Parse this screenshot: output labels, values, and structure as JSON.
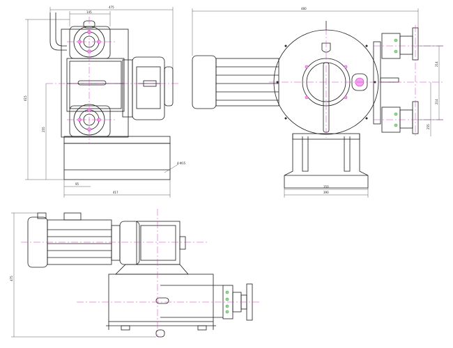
{
  "colors": {
    "outline": "#1a1a1a",
    "centerline": "#d633c8",
    "highlight": "#f2a6ee",
    "bolt": "#3aa63a",
    "dimension": "#333333"
  },
  "dimensions": {
    "front_view": {
      "overall_width": "475",
      "top_flange_width": "145",
      "overall_height": "615",
      "center_height": "255",
      "base_offset": "95",
      "base_length": "417",
      "holes": "4-Φ15"
    },
    "side_view": {
      "overall_width": "480",
      "flange_offset_1": "214",
      "flange_offset_2": "214",
      "base_offset": "255",
      "base_inner": "350",
      "base_outer": "390"
    },
    "top_view": {
      "overall_height": "475"
    }
  }
}
